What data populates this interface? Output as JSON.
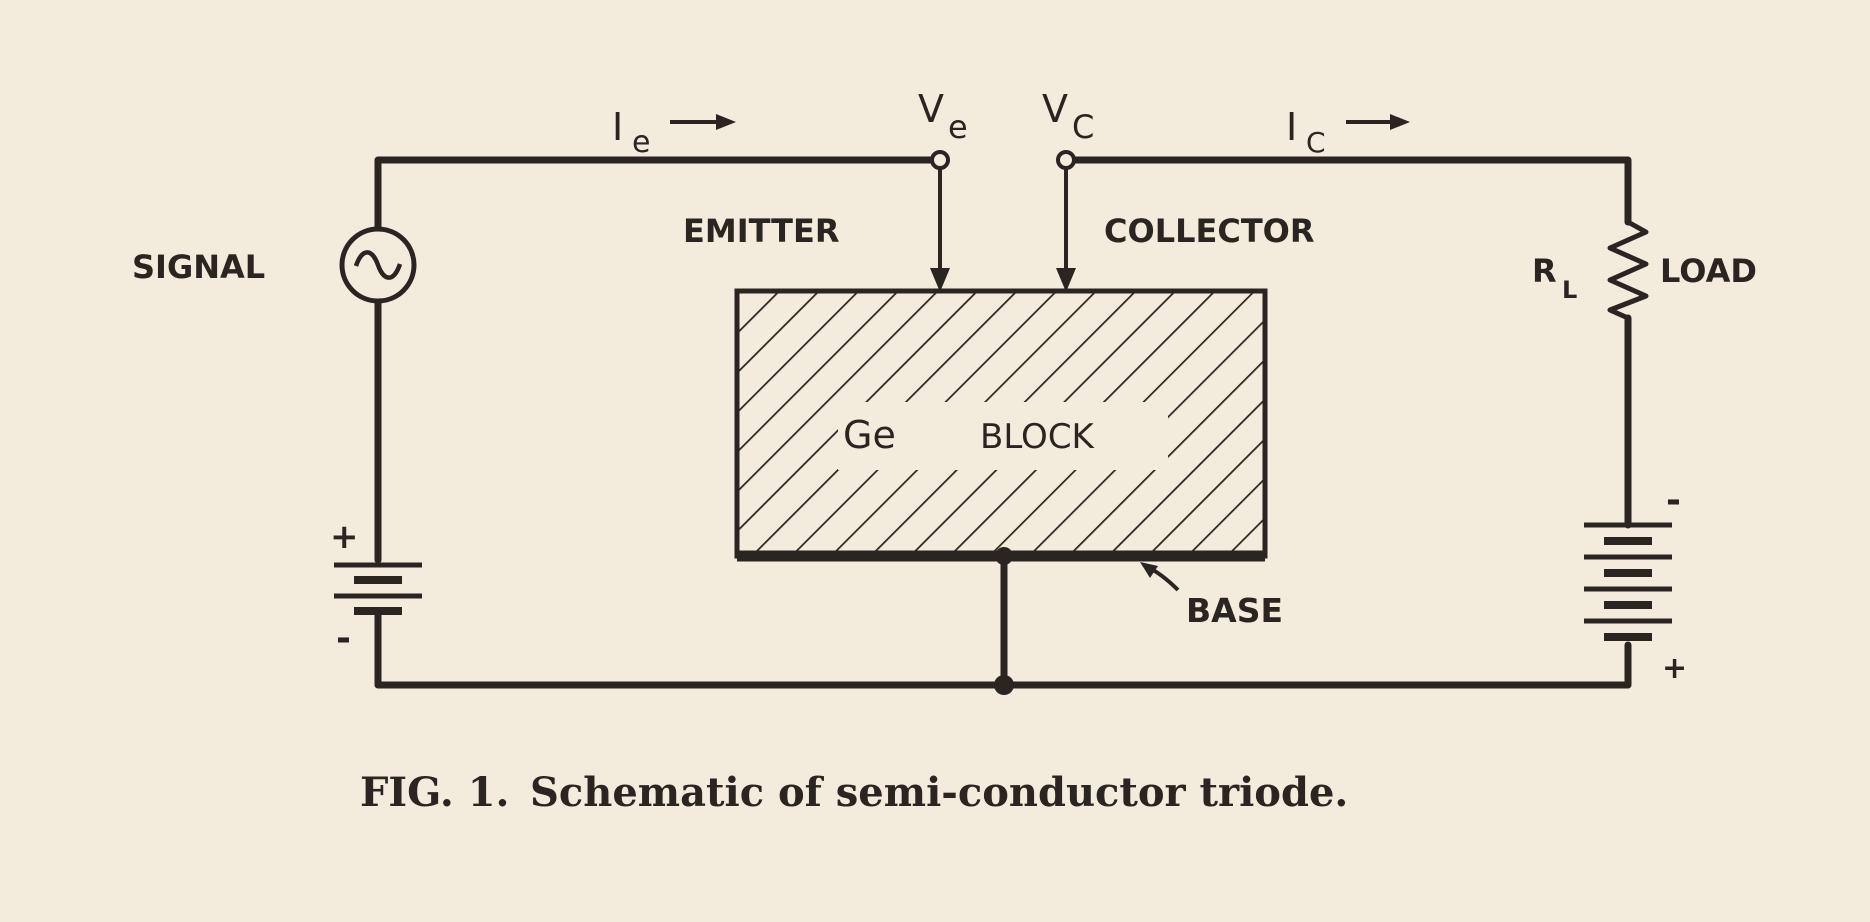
{
  "labels": {
    "signal": "SIGNAL",
    "emitter": "EMITTER",
    "collector": "COLLECTOR",
    "load": "LOAD",
    "rl": "R",
    "rl_sub": "L",
    "ie": "I",
    "ie_sub": "e",
    "ic": "I",
    "ic_sub": "C",
    "ve": "V",
    "ve_sub": "e",
    "vc": "V",
    "vc_sub": "C",
    "block_ge": "Ge",
    "block_word": "BLOCK",
    "base": "BASE",
    "plus_left": "+",
    "minus_left": "-",
    "minus_right": "-",
    "plus_right": "+"
  },
  "caption": {
    "fig": "FIG. 1.",
    "text": "Schematic of semi-conductor triode."
  },
  "colors": {
    "background": "#f3ecdc",
    "ink": "#2a2520"
  }
}
